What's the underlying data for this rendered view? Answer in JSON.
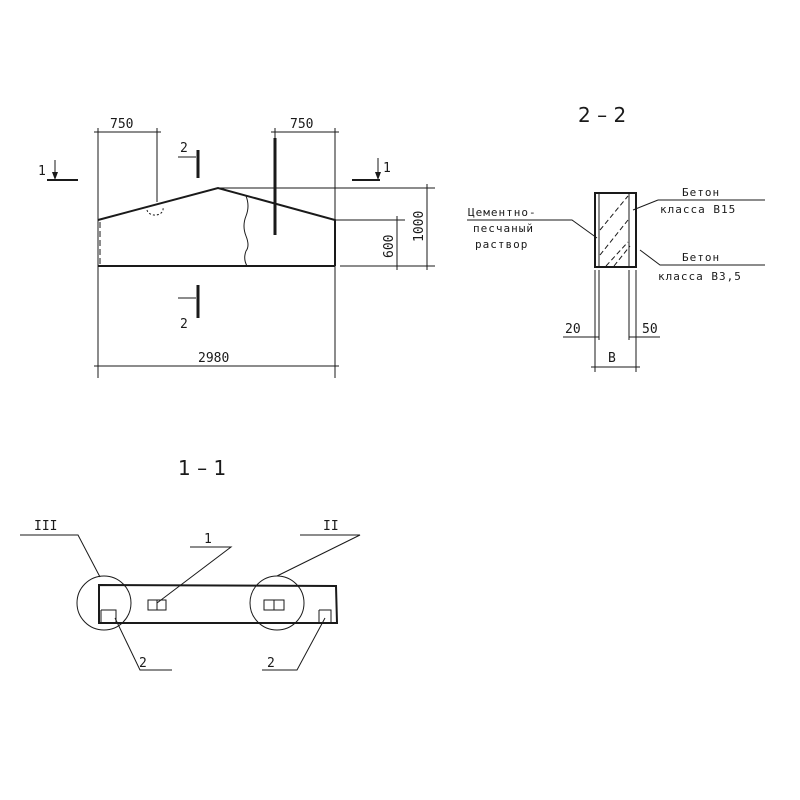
{
  "elevation": {
    "dim_left": "750",
    "dim_right": "750",
    "dim_total": "2980",
    "dim_height_total": "1000",
    "dim_height_side": "600",
    "section_mark_1": "1",
    "section_mark_2": "2"
  },
  "section_2_2": {
    "title": "2 – 2",
    "mortar_label": [
      "Цементно-",
      "песчаный",
      "раствор"
    ],
    "concrete_b15": [
      "Бетон",
      "класса В15"
    ],
    "concrete_b35": [
      "Бетон",
      "класса В3,5"
    ],
    "dim_mortar": "20",
    "dim_layer": "50",
    "dim_width": "В"
  },
  "section_1_1": {
    "title": "1 – 1",
    "callout_iii": "III",
    "callout_ii": "II",
    "callout_1": "1",
    "callout_2": "2"
  }
}
